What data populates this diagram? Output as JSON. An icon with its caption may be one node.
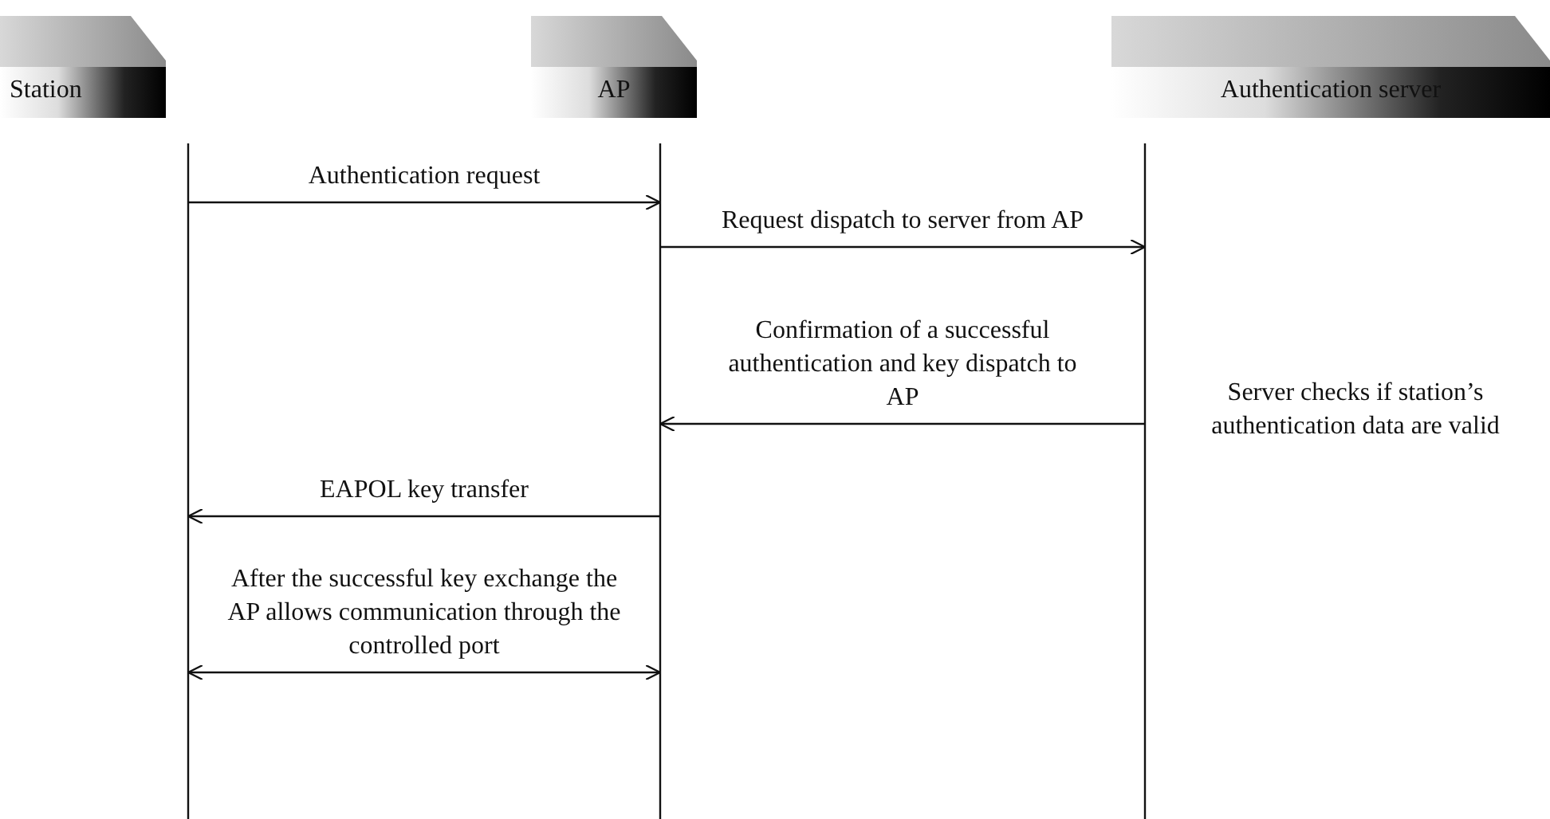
{
  "diagram": {
    "nodes": [
      {
        "text": [
          "Station"
        ]
      },
      {
        "text": [
          "AP"
        ]
      },
      {
        "text": [
          "Authentication server"
        ]
      }
    ],
    "edges": [
      {
        "from": 0,
        "to": 1,
        "arrow": "to",
        "label": "Authentication request"
      },
      {
        "from": 1,
        "to": 2,
        "arrow": "to",
        "label": "Request dispatch to server from AP"
      },
      {
        "from": 2,
        "to": 1,
        "arrow": "to",
        "label": "Confirmation of a successful authentication and key dispatch to AP"
      },
      {
        "from": 1,
        "to": 0,
        "arrow": "to",
        "label": "EAPOL key transfer"
      },
      {
        "from": 0,
        "to": 1,
        "arrow": "both",
        "label": "After the successful key exchange the AP allows communication through the controlled port"
      }
    ],
    "labels": [
      "Server checks if station’s authentication data are valid"
    ]
  }
}
